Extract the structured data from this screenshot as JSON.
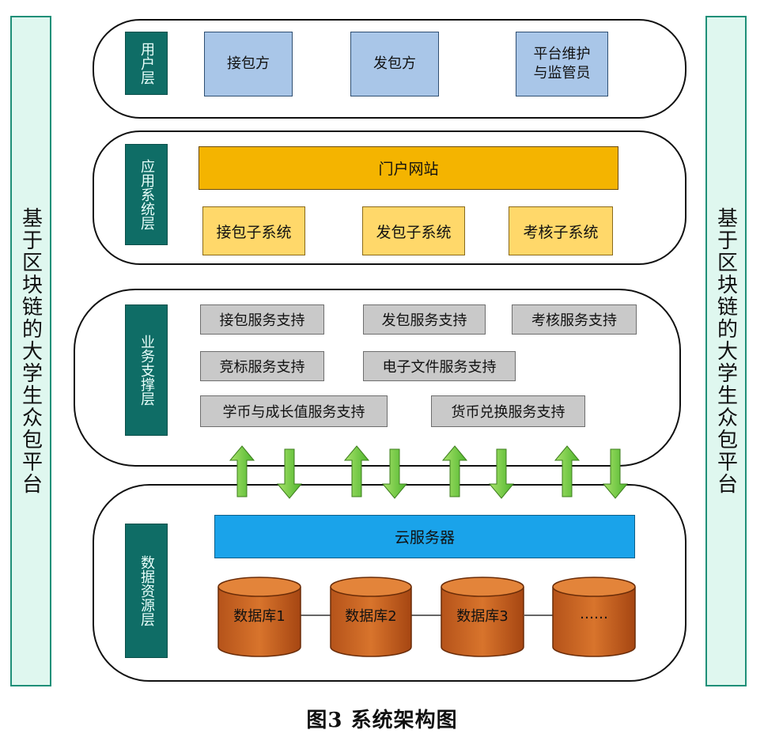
{
  "side_titles": {
    "left": "基于区块链的大学生众包平台",
    "right": "基于区块链的大学生众包平台"
  },
  "layers": {
    "user": {
      "label": "用户层",
      "nodes": [
        "接包方",
        "发包方",
        "平台维护与监管员"
      ]
    },
    "application": {
      "label": "应用系统层",
      "portal": "门户网站",
      "subsystems": [
        "接包子系统",
        "发包子系统",
        "考核子系统"
      ]
    },
    "business": {
      "label": "业务支撑层",
      "services": [
        "接包服务支持",
        "发包服务支持",
        "考核服务支持",
        "竞标服务支持",
        "电子文件服务支持",
        "学币与成长值服务支持",
        "货币兑换服务支持"
      ]
    },
    "data": {
      "label": "数据资源层",
      "cloud": "云服务器",
      "databases": [
        "数据库1",
        "数据库2",
        "数据库3",
        "……"
      ]
    }
  },
  "caption": "图3  系统架构图",
  "colors": {
    "layer_label_bg": "#0f6d66",
    "user_node": "#a9c6e8",
    "portal": "#f4b400",
    "subsystem": "#ffd86a",
    "service": "#c9c9c9",
    "cloud": "#1aa3ea",
    "database": "#c9601d",
    "arrow": "#7ccf3a",
    "side_panel": "#dff7ef"
  },
  "icons": {
    "up_arrow": "green-up-arrow-icon",
    "down_arrow": "green-down-arrow-icon",
    "database": "database-cylinder-icon"
  }
}
